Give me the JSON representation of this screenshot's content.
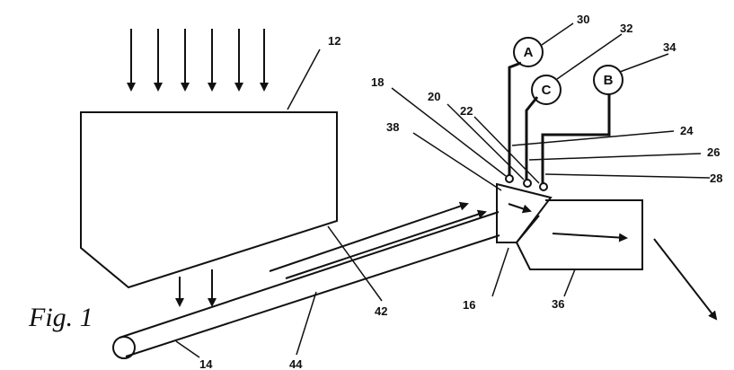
{
  "figure": {
    "caption": "Fig. 1"
  },
  "labels": {
    "n12": "12",
    "n14": "14",
    "n16": "16",
    "n18": "18",
    "n20": "20",
    "n22": "22",
    "n24": "24",
    "n26": "26",
    "n28": "28",
    "n30": "30",
    "n32": "32",
    "n34": "34",
    "n36": "36",
    "n38": "38",
    "n42": "42",
    "n44": "44"
  },
  "circles": {
    "a": "A",
    "c": "C",
    "b": "B"
  }
}
